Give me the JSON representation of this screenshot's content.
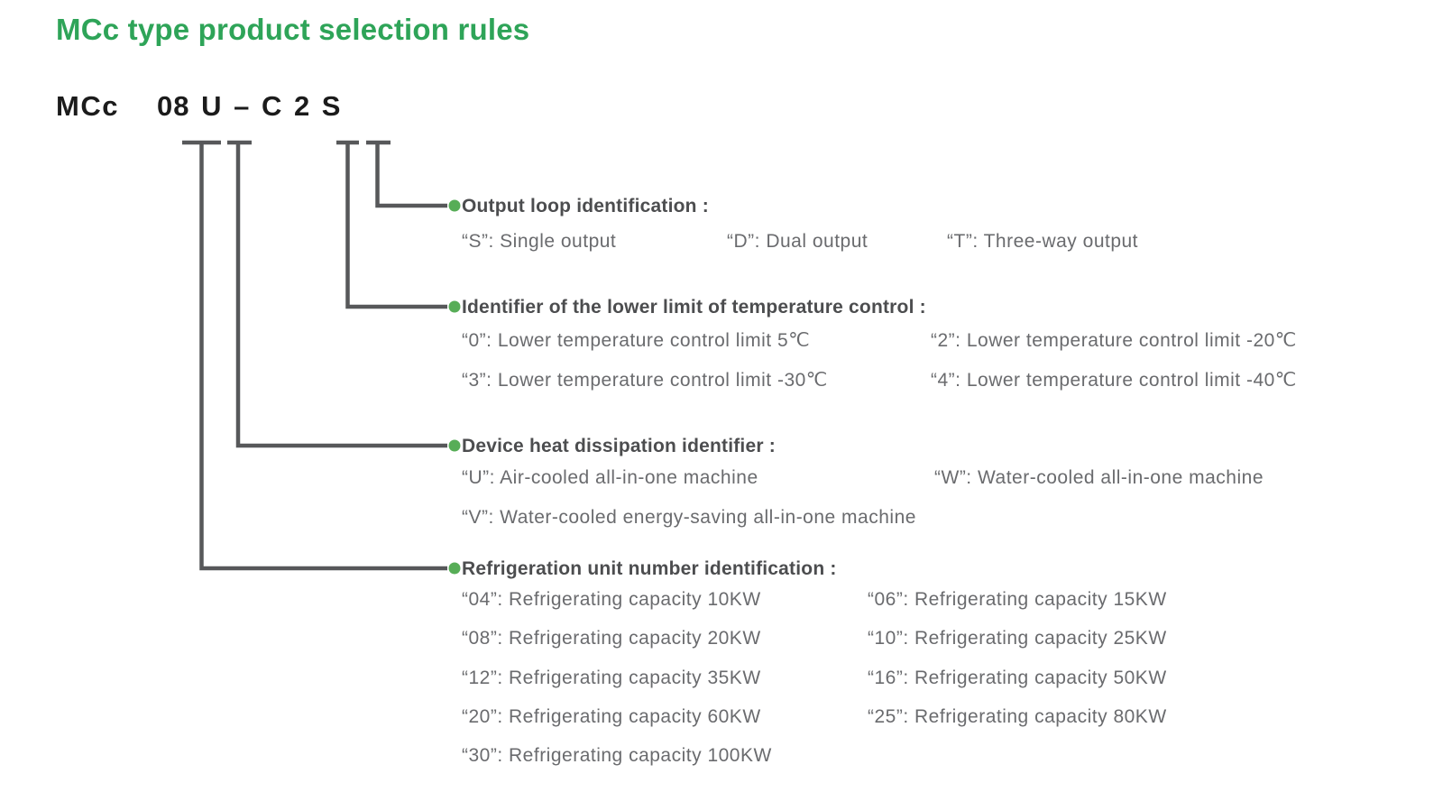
{
  "title": "MCc type product selection rules",
  "model": {
    "prefix": "MCc",
    "code": "08 U – C 2 S"
  },
  "colors": {
    "title_green": "#2EA458",
    "dot_green": "#57AD57",
    "line_gray": "#57585A",
    "header_text": "#4C4D4F",
    "body_text": "#6A6B6E"
  },
  "sections": {
    "output": {
      "header": "Output loop identification :",
      "items": [
        "“S”: Single output",
        "“D”: Dual output",
        "“T”: Three-way output"
      ]
    },
    "temperature": {
      "header": "Identifier of the lower limit of temperature control :",
      "items": [
        "“0”: Lower temperature control limit 5℃",
        "“2”: Lower temperature control limit -20℃",
        "“3”: Lower temperature control limit -30℃",
        "“4”: Lower temperature control limit -40℃"
      ]
    },
    "heat": {
      "header": "Device heat dissipation identifier :",
      "items": [
        "“U”: Air-cooled all-in-one machine",
        "“W”: Water-cooled all-in-one machine",
        "“V”: Water-cooled energy-saving all-in-one machine"
      ]
    },
    "refrigeration": {
      "header": "Refrigeration unit number identification :",
      "items": [
        "“04”: Refrigerating capacity 10KW",
        "“06”: Refrigerating capacity 15KW",
        "“08”: Refrigerating capacity 20KW",
        "“10”: Refrigerating capacity 25KW",
        "“12”: Refrigerating capacity 35KW",
        "“16”: Refrigerating capacity 50KW",
        "“20”: Refrigerating capacity 60KW",
        "“25”: Refrigerating capacity 80KW",
        "“30”: Refrigerating capacity 100KW"
      ]
    }
  }
}
